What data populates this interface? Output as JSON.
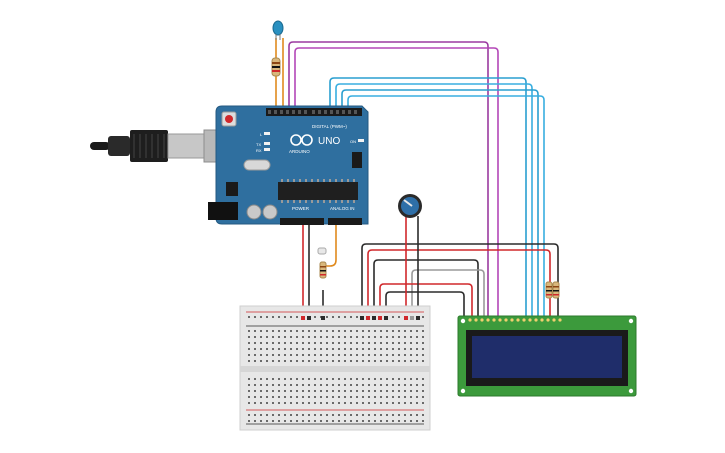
{
  "arduino": {
    "logo_text": "UNO",
    "brand_text": "ARDUINO",
    "digital_label": "DIGITAL (PWM~)",
    "power_label": "POWER",
    "analog_label": "ANALOG IN",
    "pin_labels": {
      "tx": "TX",
      "rx": "RX",
      "l": "L",
      "on": "ON"
    }
  },
  "colors": {
    "board": "#2f6f9f",
    "usb": "#b9b9b9",
    "wire_red": "#d0282c",
    "wire_black": "#2b2b2b",
    "wire_purple": "#9b3aa0",
    "wire_cyan": "#2a9fd0",
    "wire_orange": "#e08a1e",
    "wire_gray": "#9a9a9a",
    "lcd_pcb": "#3c9a3c",
    "lcd_screen": "#1f2d6a",
    "breadboard": "#e7e7e7"
  },
  "components": [
    "arduino-uno",
    "usb-cable",
    "temperature-sensor",
    "potentiometer",
    "breadboard",
    "lcd-16x2",
    "resistor"
  ]
}
